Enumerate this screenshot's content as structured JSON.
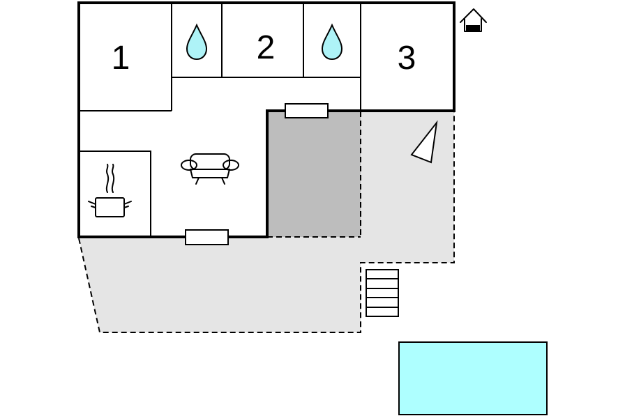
{
  "rooms": [
    {
      "label": "1",
      "type": "bedroom"
    },
    {
      "label": "2",
      "type": "bedroom"
    },
    {
      "label": "3",
      "type": "bedroom"
    }
  ],
  "icons": {
    "bathroom": "water-drop-icon",
    "living": "sofa-icon",
    "kitchen": "cooking-pot-icon",
    "house": "house-icon",
    "stairs": "stairs-icon",
    "pool": "swimming-pool"
  },
  "colors": {
    "wall": "#000000",
    "terrace": "#e5e5e5",
    "covered_terrace": "#bdbdbd",
    "water": "#aef3f7",
    "pool": "#aeffff"
  }
}
